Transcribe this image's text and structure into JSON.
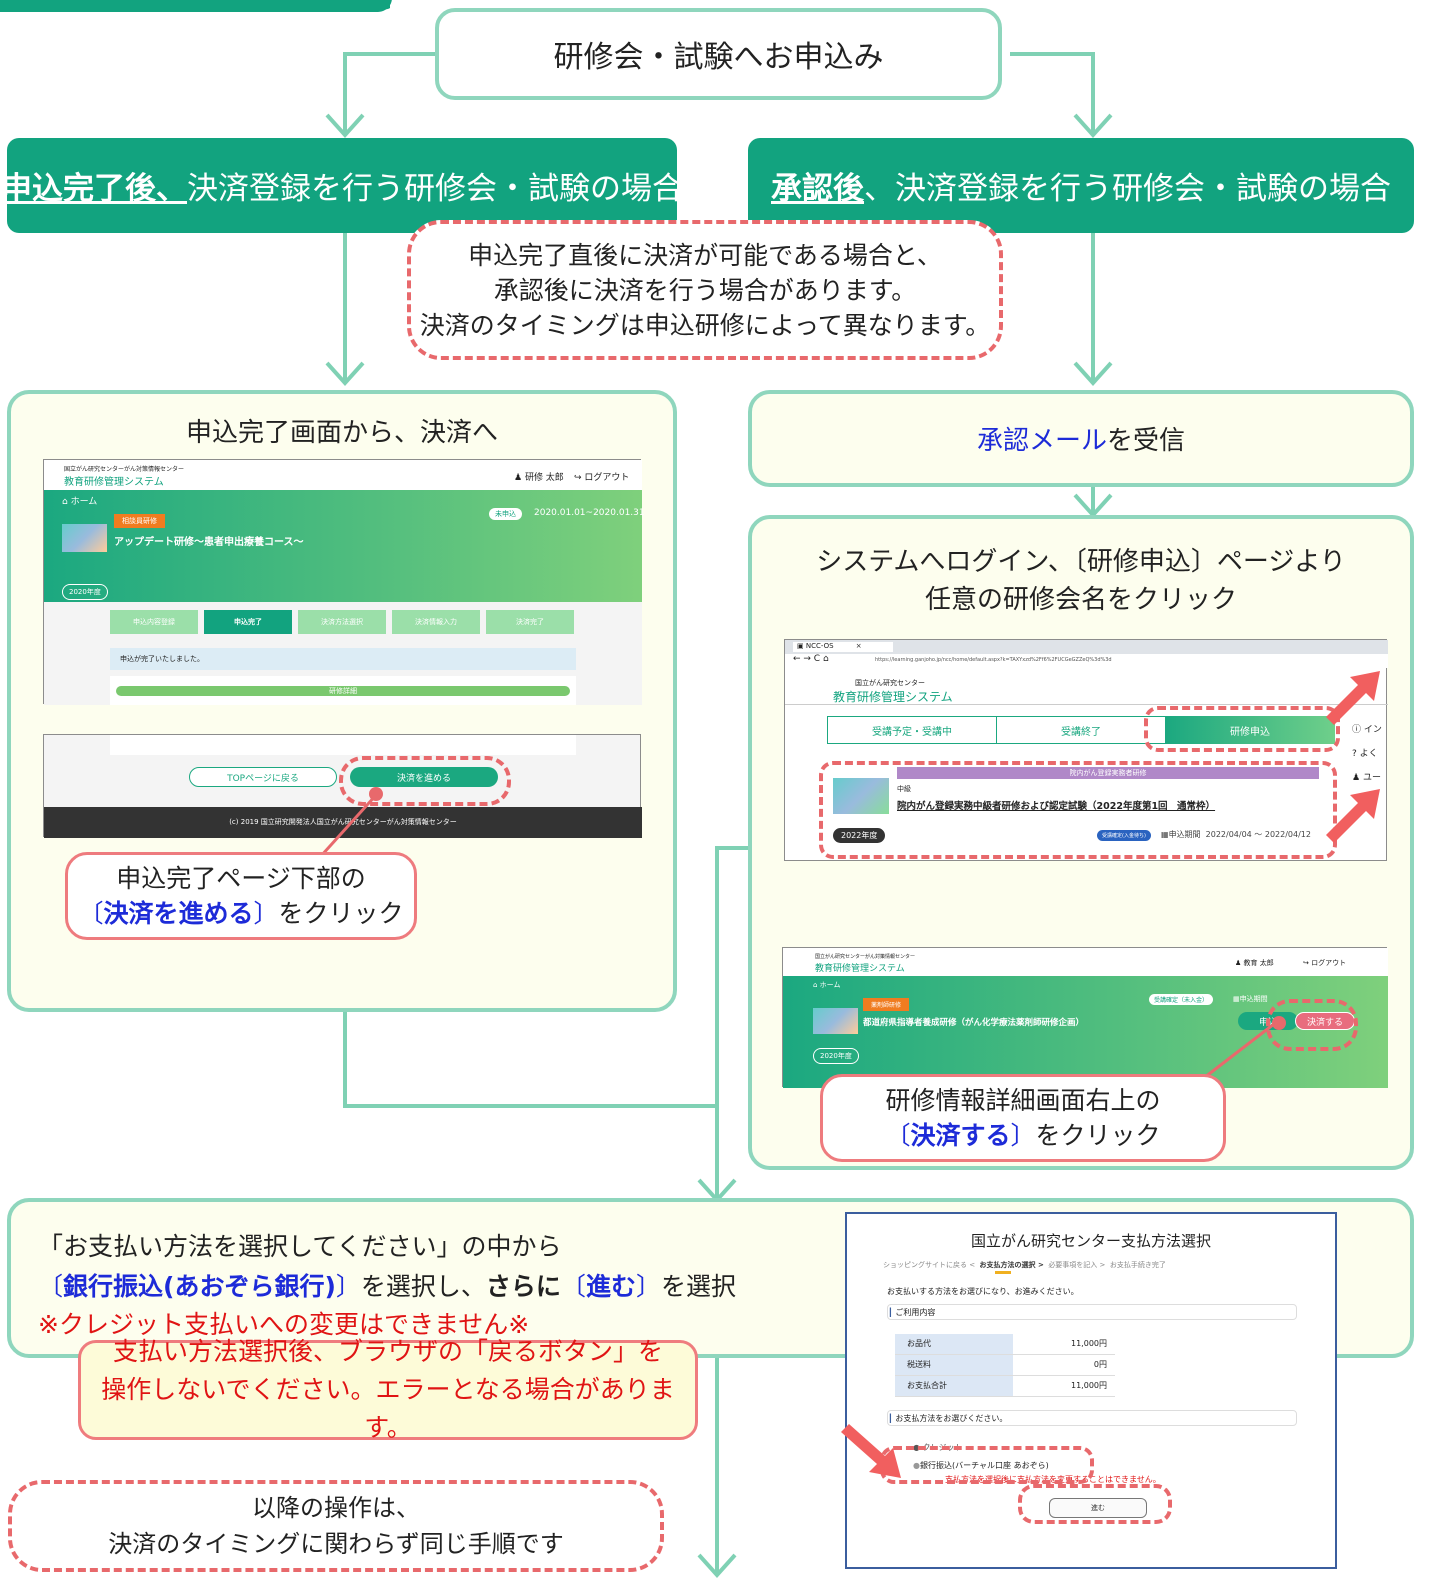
{
  "top_box": "研修会・試験へお申込み",
  "left_header": {
    "strong": "申込完了後、",
    "rest": "決済登録を行う研修会・試験の場合"
  },
  "right_header": {
    "strong": "承認後",
    "rest": "、決済登録を行う研修会・試験の場合"
  },
  "timing_note": [
    "申込完了直後に決済が可能である場合と、",
    "承認後に決済を行う場合があります。",
    "決済のタイミングは申込研修によって異なります。"
  ],
  "left_panel": {
    "title": "申込完了画面から、決済へ",
    "screen1": {
      "org": "国立がん研究センターがん対策情報センター",
      "system": "教育研修管理システム",
      "user": "研修 太郎",
      "logout": "ログアウト",
      "home": "ホーム",
      "category": "相談員研修",
      "status": "未申込",
      "period": "2020.01.01~2020.01.31",
      "course": "アップデート研修～患者申出療養コース～",
      "year": "2020年度",
      "steps": [
        "申込内容登録",
        "申込完了",
        "決済方法選択",
        "決済情報入力",
        "決済完了"
      ],
      "done_msg": "申込が完了いたしました。",
      "detail": "研修詳細"
    },
    "screen2": {
      "back": "TOPページに戻る",
      "pay": "決済を進める",
      "footer": "(c) 2019 国立研究開発法人国立がん研究センターがん対策情報センター"
    },
    "callout": {
      "line1": "申込完了ページ下部の",
      "bracket_l": "〔",
      "key": "決済を進める",
      "bracket_r": "〕",
      "tail": "をクリック"
    }
  },
  "right_top": {
    "blue": "承認メール",
    "rest": "を受信"
  },
  "right_panel": {
    "title_line1": "システムへログイン、〔研修申込〕ページより",
    "title_line2": "任意の研修会名をクリック",
    "screen1": {
      "tab": "NCC-OS",
      "url": "https://learning.ganjoho.jp/ncc/home/default.aspx?k=TAXYxzd%2Ff6%2FUCGeGZZeQ%3d%3d",
      "org": "国立がん研究センター",
      "system": "教育研修管理システム",
      "tabs": [
        "受講予定・受講中",
        "受講終了",
        "研修申込"
      ],
      "side": [
        "イン",
        "よく",
        "ユー"
      ],
      "category": "院内がん登録実務者研修",
      "level": "中級",
      "course": "院内がん登録実務中級者研修および認定試験（2022年度第1回　通常枠）",
      "year": "2022年度",
      "badge": "受講確定(入金待ち)",
      "period_label": "申込期間",
      "period": "2022/04/04 ～ 2022/04/12"
    },
    "screen2": {
      "org": "国立がん研究センターがん対策情報センター",
      "system": "教育研修管理システム",
      "user": "教育 太郎",
      "logout": "ログアウト",
      "home": "ホーム",
      "badge": "受講確定（未入金）",
      "period_label": "申込期間",
      "category": "薬剤師研修",
      "course": "都道府県指導者養成研修（がん化学療法薬剤師研修企画）",
      "year": "2020年度",
      "apply": "申込",
      "pay": "決済する"
    },
    "callout": {
      "line1": "研修情報詳細画面右上の",
      "bracket_l": "〔",
      "key": "決済する",
      "bracket_r": "〕",
      "tail": "をクリック"
    }
  },
  "bottom": {
    "line1": "「お支払い方法を選択してください」の中から",
    "line2": {
      "b1": "〔",
      "k1": "銀行振込(あおぞら銀行)",
      "b2": "〕",
      "t1": "を選択し、",
      "t2": "さらに",
      "b3": "〔",
      "k2": "進む",
      "b4": "〕",
      "t3": "を選択"
    },
    "line3": "※クレジット支払いへの変更はできません※"
  },
  "warning": [
    "支払い方法選択後、ブラウザの「戻るボタン」を",
    "操作しないでください。エラーとなる場合があります。"
  ],
  "final_note": [
    "以降の操作は、",
    "決済のタイミングに関わらず同じ手順です"
  ],
  "payment_screen": {
    "title": "国立がん研究センター支払方法選択",
    "steps": [
      "ショッピングサイトに戻る <",
      "お支払方法の選択 >",
      "必要事項を記入 >",
      "お支払手続き完了"
    ],
    "prompt": "お支払いする方法をお選びになり、お進みください。",
    "usage_header": "ご利用内容",
    "rows": [
      {
        "label": "お品代",
        "value": "11,000円"
      },
      {
        "label": "税送料",
        "value": "0円"
      },
      {
        "label": "お支払合計",
        "value": "11,000円"
      }
    ],
    "method_header": "お支払方法をお選びください。",
    "option_hidden": "クレジット",
    "option_bank": "銀行振込(バーチャル口座 あおぞら)",
    "notice": "支払方法を選択後に支払方法を変更することはできません。",
    "next": "進む"
  },
  "colors": {
    "green": "#12a37f",
    "panel_border": "#8fd6bd",
    "panel_bg": "#fdfeee",
    "dash_red": "#e8696c",
    "blue": "#1d2bd8",
    "red": "#e01414"
  }
}
